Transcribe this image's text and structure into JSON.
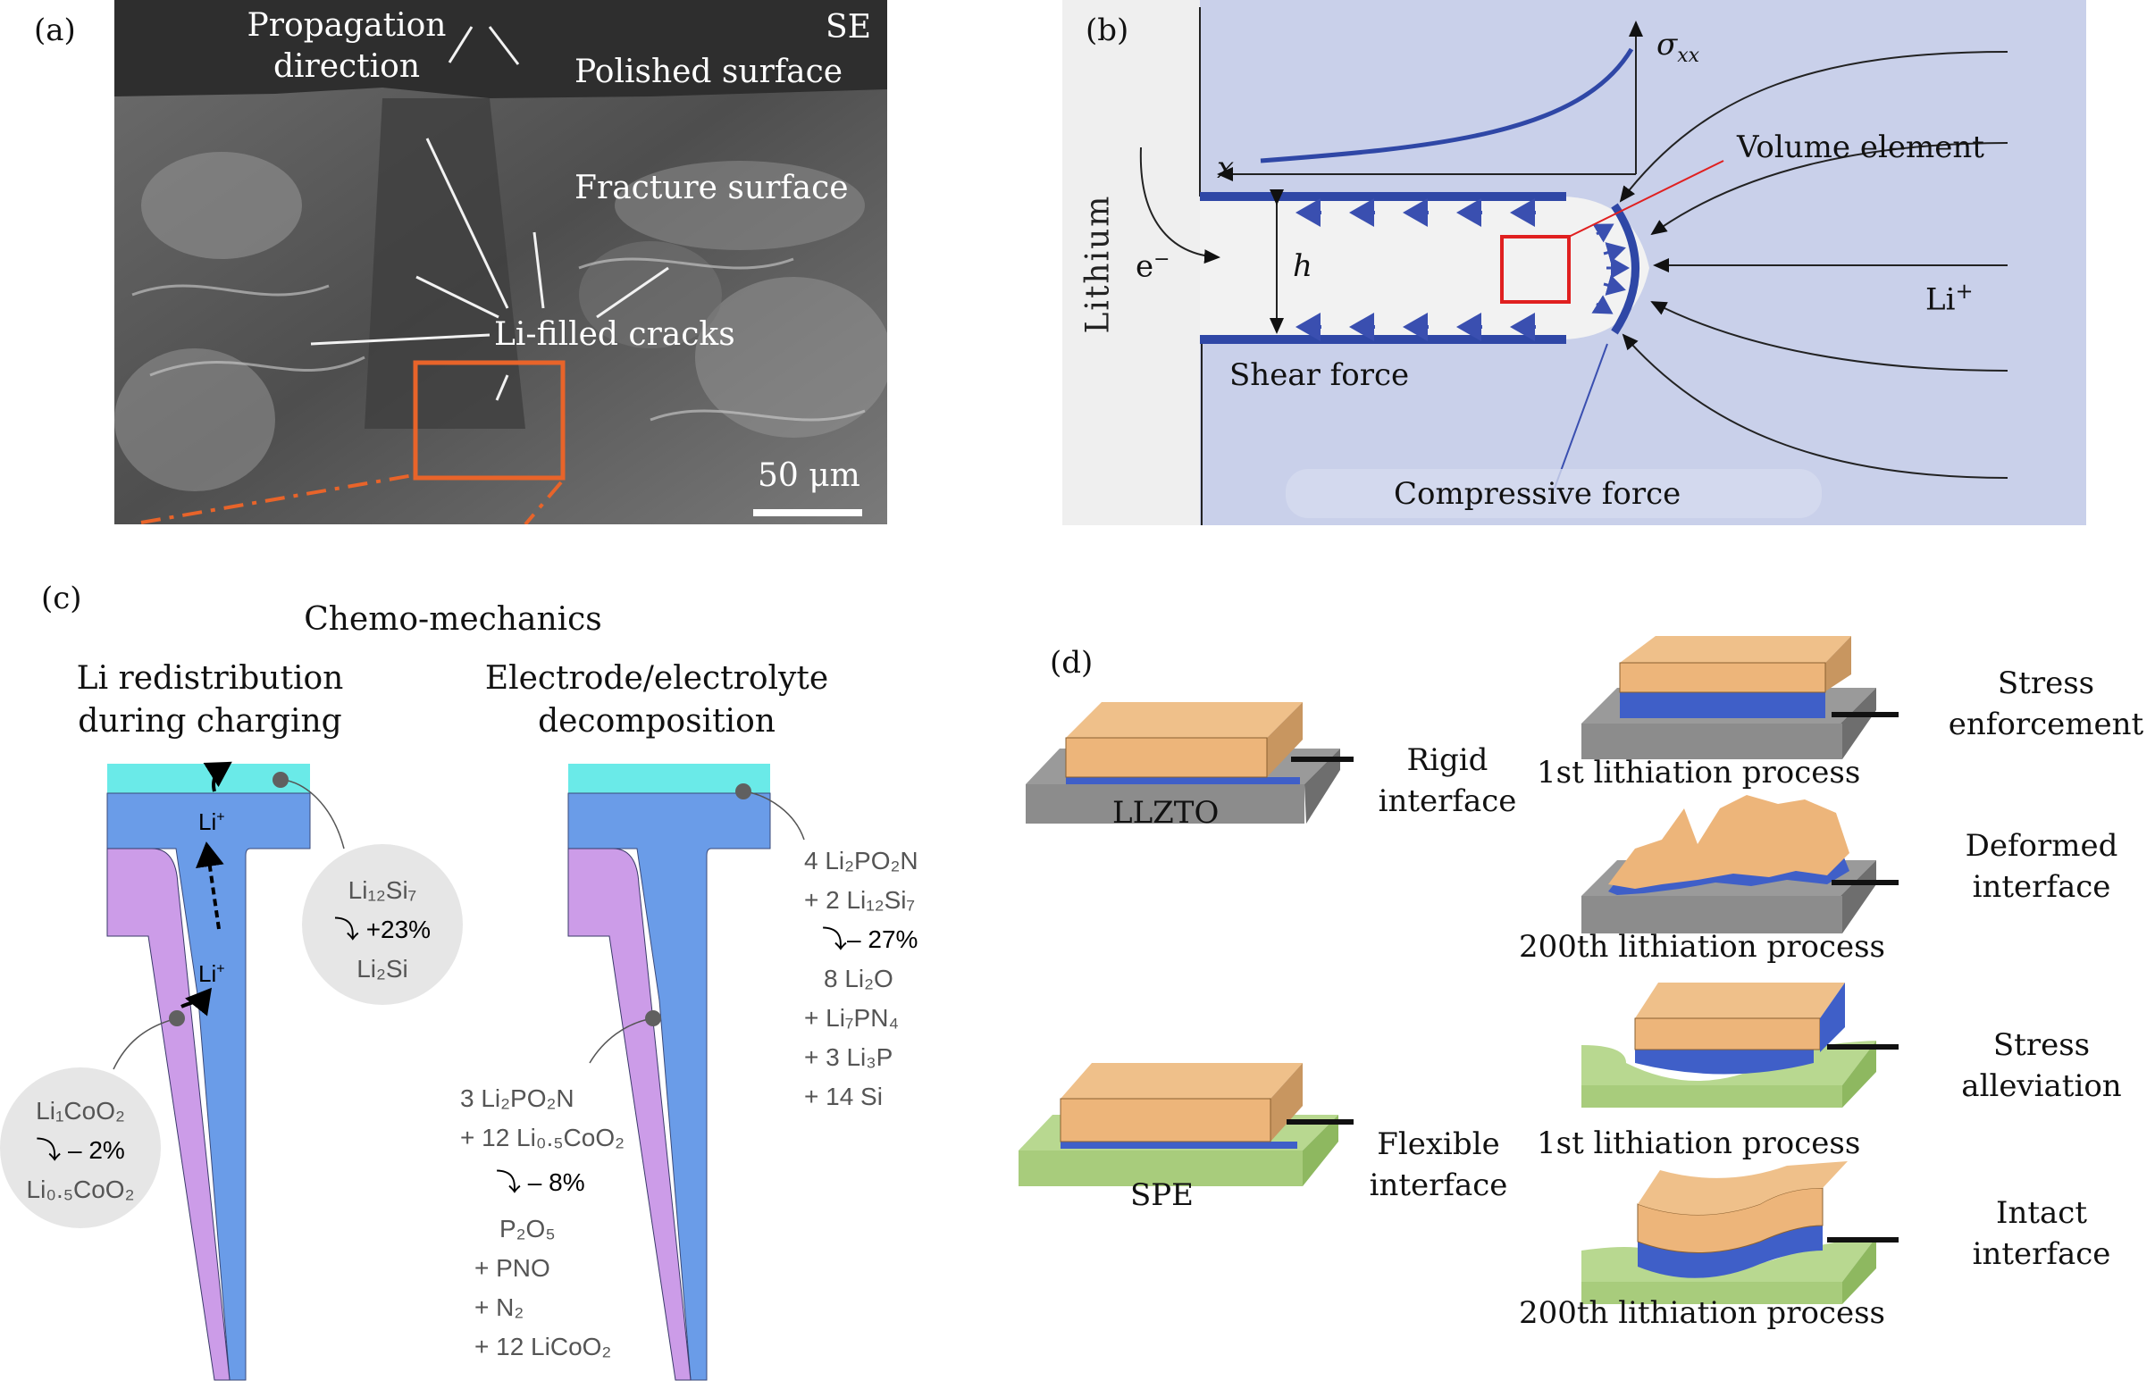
{
  "panels": {
    "a": {
      "label": "(a)",
      "annotations": {
        "propagation_line1": "Propagation",
        "propagation_line2": "direction",
        "se": "SE",
        "polished_surface": "Polished surface",
        "fracture_surface": "Fracture surface",
        "li_filled_cracks": "Li-filled cracks",
        "scale_bar": "50 μm"
      },
      "colors": {
        "highlight_box": "#e8642a"
      }
    },
    "b": {
      "label": "(b)",
      "annotations": {
        "sigma": "σ",
        "sigma_sub": "xx",
        "x_axis": "x",
        "lithium": "Lithium",
        "electron": "e",
        "electron_sup": "−",
        "height": "h",
        "volume_element": "Volume element",
        "li_ion": "Li",
        "li_ion_sup": "+",
        "shear_force": "Shear force",
        "compressive_force": "Compressive force"
      },
      "colors": {
        "background": "#c9d0ea",
        "interface": "#2f47a6",
        "volume_box": "#e02020"
      }
    },
    "c": {
      "label": "(c)",
      "title": "Chemo-mechanics",
      "left": {
        "heading_line1": "Li redistribution",
        "heading_line2": "during charging",
        "li_top": "Li",
        "li_mid": "Li",
        "li_sup": "+",
        "circle_top": {
          "from": "Li₁₂Si₇",
          "change": "+23%",
          "to": "Li₂Si"
        },
        "circle_bottom": {
          "from": "Li₁CoO₂",
          "change": "– 2%",
          "to": "Li₀.₅CoO₂"
        }
      },
      "right": {
        "heading_line1": "Electrode/electrolyte",
        "heading_line2": "decomposition",
        "reaction_top": {
          "reactants": [
            "4 Li₂PO₂N",
            "+ 2 Li₁₂Si₇"
          ],
          "change": "– 27%",
          "products": [
            "8 Li₂O",
            "+ Li₇PN₄",
            "+ 3 Li₃P",
            "+ 14 Si"
          ]
        },
        "reaction_bottom": {
          "reactants": [
            "3 Li₂PO₂N",
            "+ 12 Li₀.₅CoO₂"
          ],
          "change": "– 8%",
          "products": [
            "P₂O₅",
            "+ PNO",
            "+ N₂",
            "+ 12 LiCoO₂"
          ]
        }
      },
      "colors": {
        "current_collector": "#6aeae8",
        "anode": "#6a9ce8",
        "cathode": "#cc9ce8",
        "bubble": "#e6e6e6"
      }
    },
    "d": {
      "label": "(d)",
      "rigid": {
        "substrate": "LLZTO",
        "interface_line1": "Rigid",
        "interface_line2": "interface",
        "first": {
          "caption": "1st lithiation process",
          "result_line1": "Stress",
          "result_line2": "enforcement"
        },
        "later": {
          "caption": "200th lithiation process",
          "result_line1": "Deformed",
          "result_line2": "interface"
        }
      },
      "flexible": {
        "substrate": "SPE",
        "interface_line1": "Flexible",
        "interface_line2": "interface",
        "first": {
          "caption": "1st lithiation process",
          "result_line1": "Stress",
          "result_line2": "alleviation"
        },
        "later": {
          "caption": "200th lithiation process",
          "result_line1": "Intact",
          "result_line2": "interface"
        }
      },
      "colors": {
        "lithium": "#edb57a",
        "interlayer": "#3f5fc8",
        "llzto": "#8c8c8c",
        "spe": "#a8cc7c"
      }
    }
  }
}
